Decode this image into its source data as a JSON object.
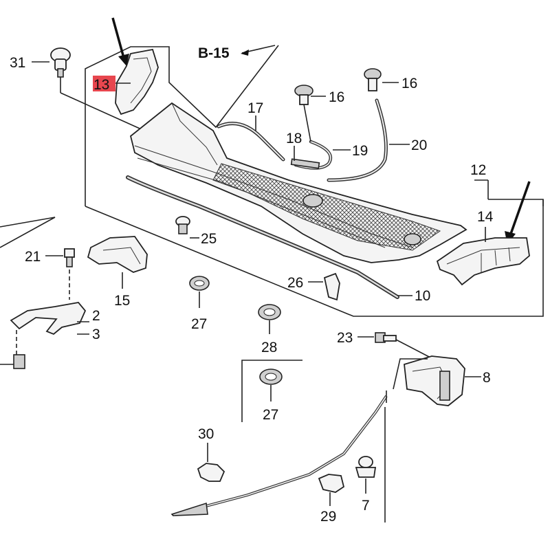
{
  "diagram": {
    "ref_label": "B-15",
    "highlight_color": "#e3262f",
    "labels": {
      "p31": "31",
      "p13": "13",
      "p16a": "16",
      "p16b": "16",
      "p17": "17",
      "p18": "18",
      "p19": "19",
      "p20": "20",
      "p12": "12",
      "p14": "14",
      "p21": "21",
      "p25": "25",
      "p15": "15",
      "p2": "2",
      "p3": "3",
      "p26": "26",
      "p10": "10",
      "p27a": "27",
      "p28": "28",
      "p27b": "27",
      "p23": "23",
      "p8": "8",
      "p30": "30",
      "p7": "7",
      "p29": "29"
    }
  }
}
